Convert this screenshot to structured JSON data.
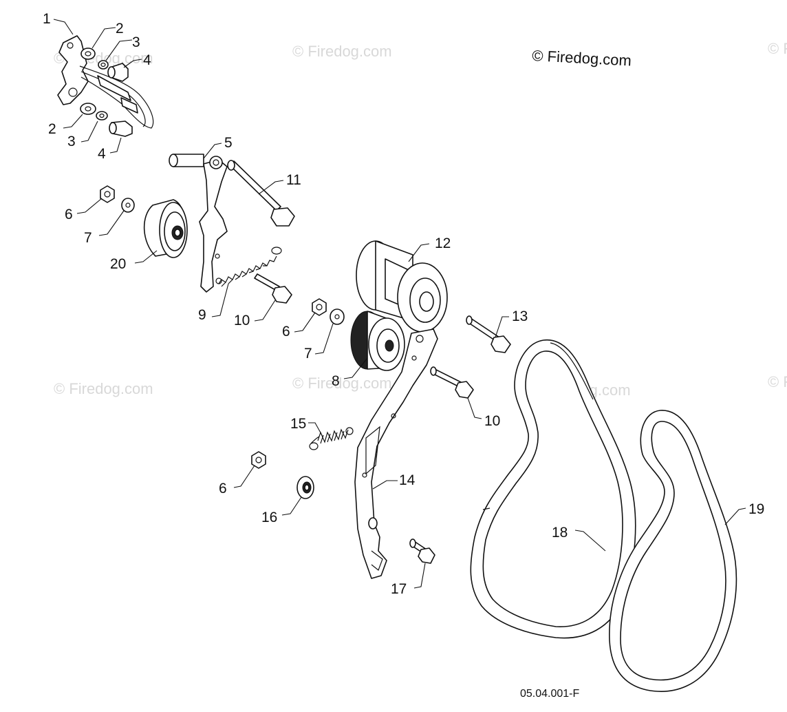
{
  "copyright": "© Firedog.com",
  "watermark": "© Firedog.com",
  "drawing_ref": "05.04.001-F",
  "callouts": {
    "c1": "1",
    "c2a": "2",
    "c3a": "3",
    "c4a": "4",
    "c2b": "2",
    "c3b": "3",
    "c4b": "4",
    "c5": "5",
    "c11": "11",
    "c6a": "6",
    "c7a": "7",
    "c20": "20",
    "c9": "9",
    "c10a": "10",
    "c6b": "6",
    "c7b": "7",
    "c8": "8",
    "c12": "12",
    "c13": "13",
    "c10b": "10",
    "c15": "15",
    "c6c": "6",
    "c16": "16",
    "c14": "14",
    "c18": "18",
    "c19": "19",
    "c17": "17"
  }
}
